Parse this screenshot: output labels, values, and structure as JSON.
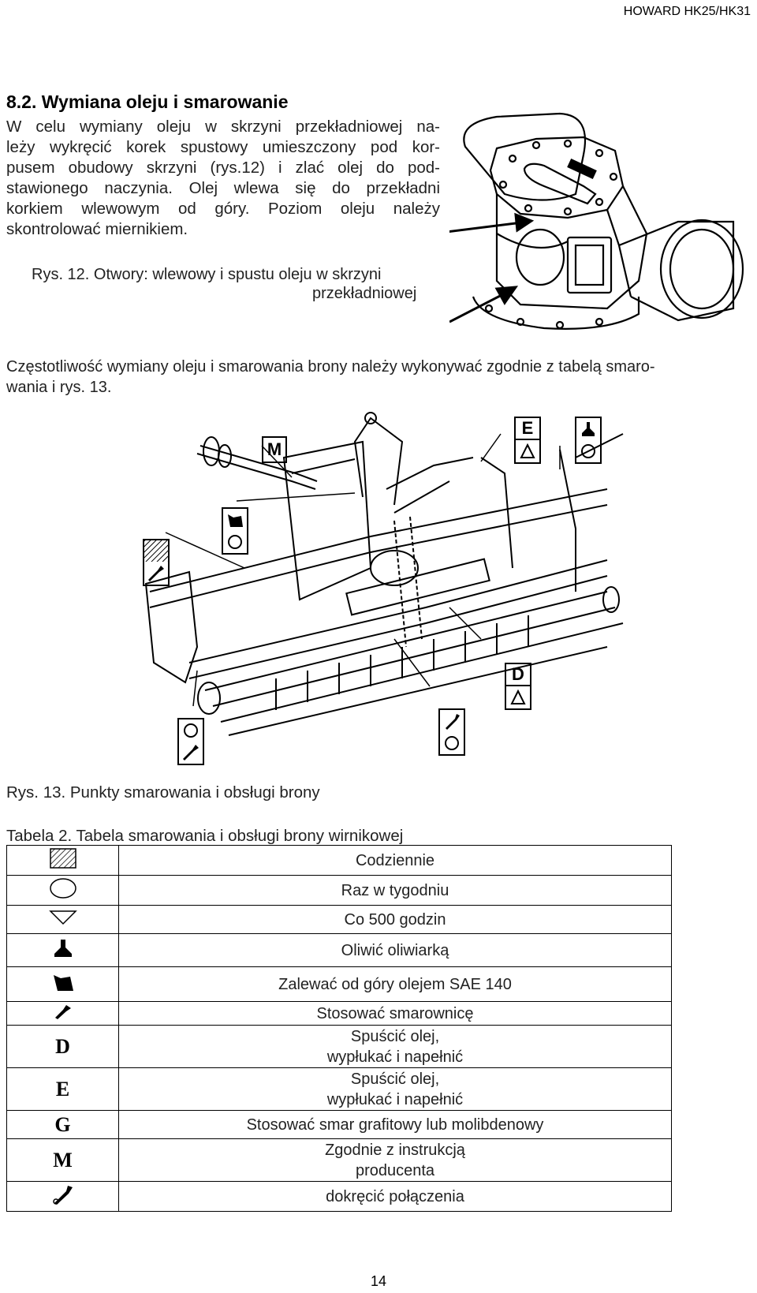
{
  "header": {
    "model": "HOWARD HK25/HK31"
  },
  "section": {
    "heading": "8.2. Wymiana oleju i smarowanie",
    "paragraph_lines": [
      "W celu wymiany oleju w skrzyni przekładniowej na-",
      "leży wykręcić korek spustowy umieszczony pod kor-",
      "pusem obudowy skrzyni (rys.12) i zlać olej do pod-",
      "stawionego naczynia. Olej wlewa się do przekładni",
      "korkiem wlewowym od góry. Poziom oleju należy",
      "skontrolować miernikiem."
    ],
    "fig12_caption_line1": "Rys. 12. Otwory: wlewowy i spustu oleju w skrzyni",
    "fig12_caption_line2": "przekładniowej",
    "frequency_line1": "Częstotliwość wymiany oleju i smarowania brony należy wykonywać zgodnie z tabelą smaro-",
    "frequency_line2": "wania i rys. 13.",
    "fig13_caption": "Rys. 13. Punkty smarowania i obsługi brony"
  },
  "figure13": {
    "markers": {
      "m": "M",
      "e": "E",
      "d": "D"
    }
  },
  "table": {
    "title": "Tabela 2. Tabela smarowania i obsługi brony wirnikowej",
    "rows": [
      {
        "icon": "hatched-square-icon",
        "text": "Codziennie"
      },
      {
        "icon": "circle-icon",
        "text": "Raz w tygodniu"
      },
      {
        "icon": "triangle-down-icon",
        "text": "Co 500 godzin"
      },
      {
        "icon": "oil-can-icon",
        "text": "Oliwić oliwiarką"
      },
      {
        "icon": "oil-fill-icon",
        "text": "Zalewać od góry olejem SAE 140"
      },
      {
        "icon": "grease-gun-icon",
        "text": "Stosować smarownicę"
      },
      {
        "letter": "D",
        "text": "Spuścić olej,",
        "text2": "wypłukać i napełnić"
      },
      {
        "letter": "E",
        "text": "Spuścić olej,",
        "text2": "wypłukać i napełnić"
      },
      {
        "letter": "G",
        "text": "Stosować smar grafitowy lub molibdenowy"
      },
      {
        "letter": "M",
        "text": "Zgodnie z instrukcją",
        "text2": "producenta"
      },
      {
        "icon": "wrench-icon",
        "text": "dokręcić połączenia"
      }
    ]
  },
  "footer": {
    "page_number": "14"
  }
}
